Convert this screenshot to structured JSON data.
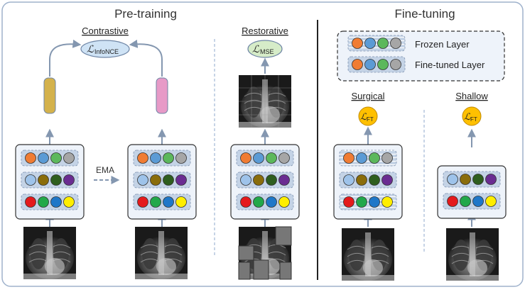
{
  "pretraining": {
    "title": "Pre-training",
    "contrastive_label": "Contrastive",
    "restorative_label": "Restorative",
    "infonce_loss": {
      "script": "ℒ",
      "sub": "InfoNCE"
    },
    "mse_loss": {
      "script": "ℒ",
      "sub": "MSE"
    },
    "ema_label": "EMA"
  },
  "finetuning": {
    "title": "Fine-tuning",
    "surgical_label": "Surgical",
    "shallow_label": "Shallow",
    "ft_loss": {
      "script": "ℒ",
      "sub": "FT"
    }
  },
  "legend": {
    "frozen_label": "Frozen Layer",
    "finetuned_label": "Fine-tuned Layer"
  },
  "colors": {
    "orange": "#f07c33",
    "blue": "#5b9bd5",
    "green": "#5cb85c",
    "gray": "#a6a6a6",
    "lightblue": "#9ec3ea",
    "olive": "#8a6d0b",
    "darkgreen": "#2e5e1e",
    "purple": "#6a2c91",
    "red": "#e41a1c",
    "midgreen": "#22a84a",
    "midblue": "#1f77c8",
    "yellow": "#ffee00",
    "panel_bg": "#eef3fa",
    "row_bg": "#c4d3e6",
    "arrow": "#8497b0",
    "loss_blue": "#cfe3f5",
    "loss_green": "#d6ecc8",
    "loss_yellow": "#ffc000",
    "proj_gold": "#d4b24c",
    "proj_pink": "#e79ac7"
  },
  "icons": [
    "chest-xray-image",
    "masked-xray-image",
    "restored-xray-image"
  ]
}
